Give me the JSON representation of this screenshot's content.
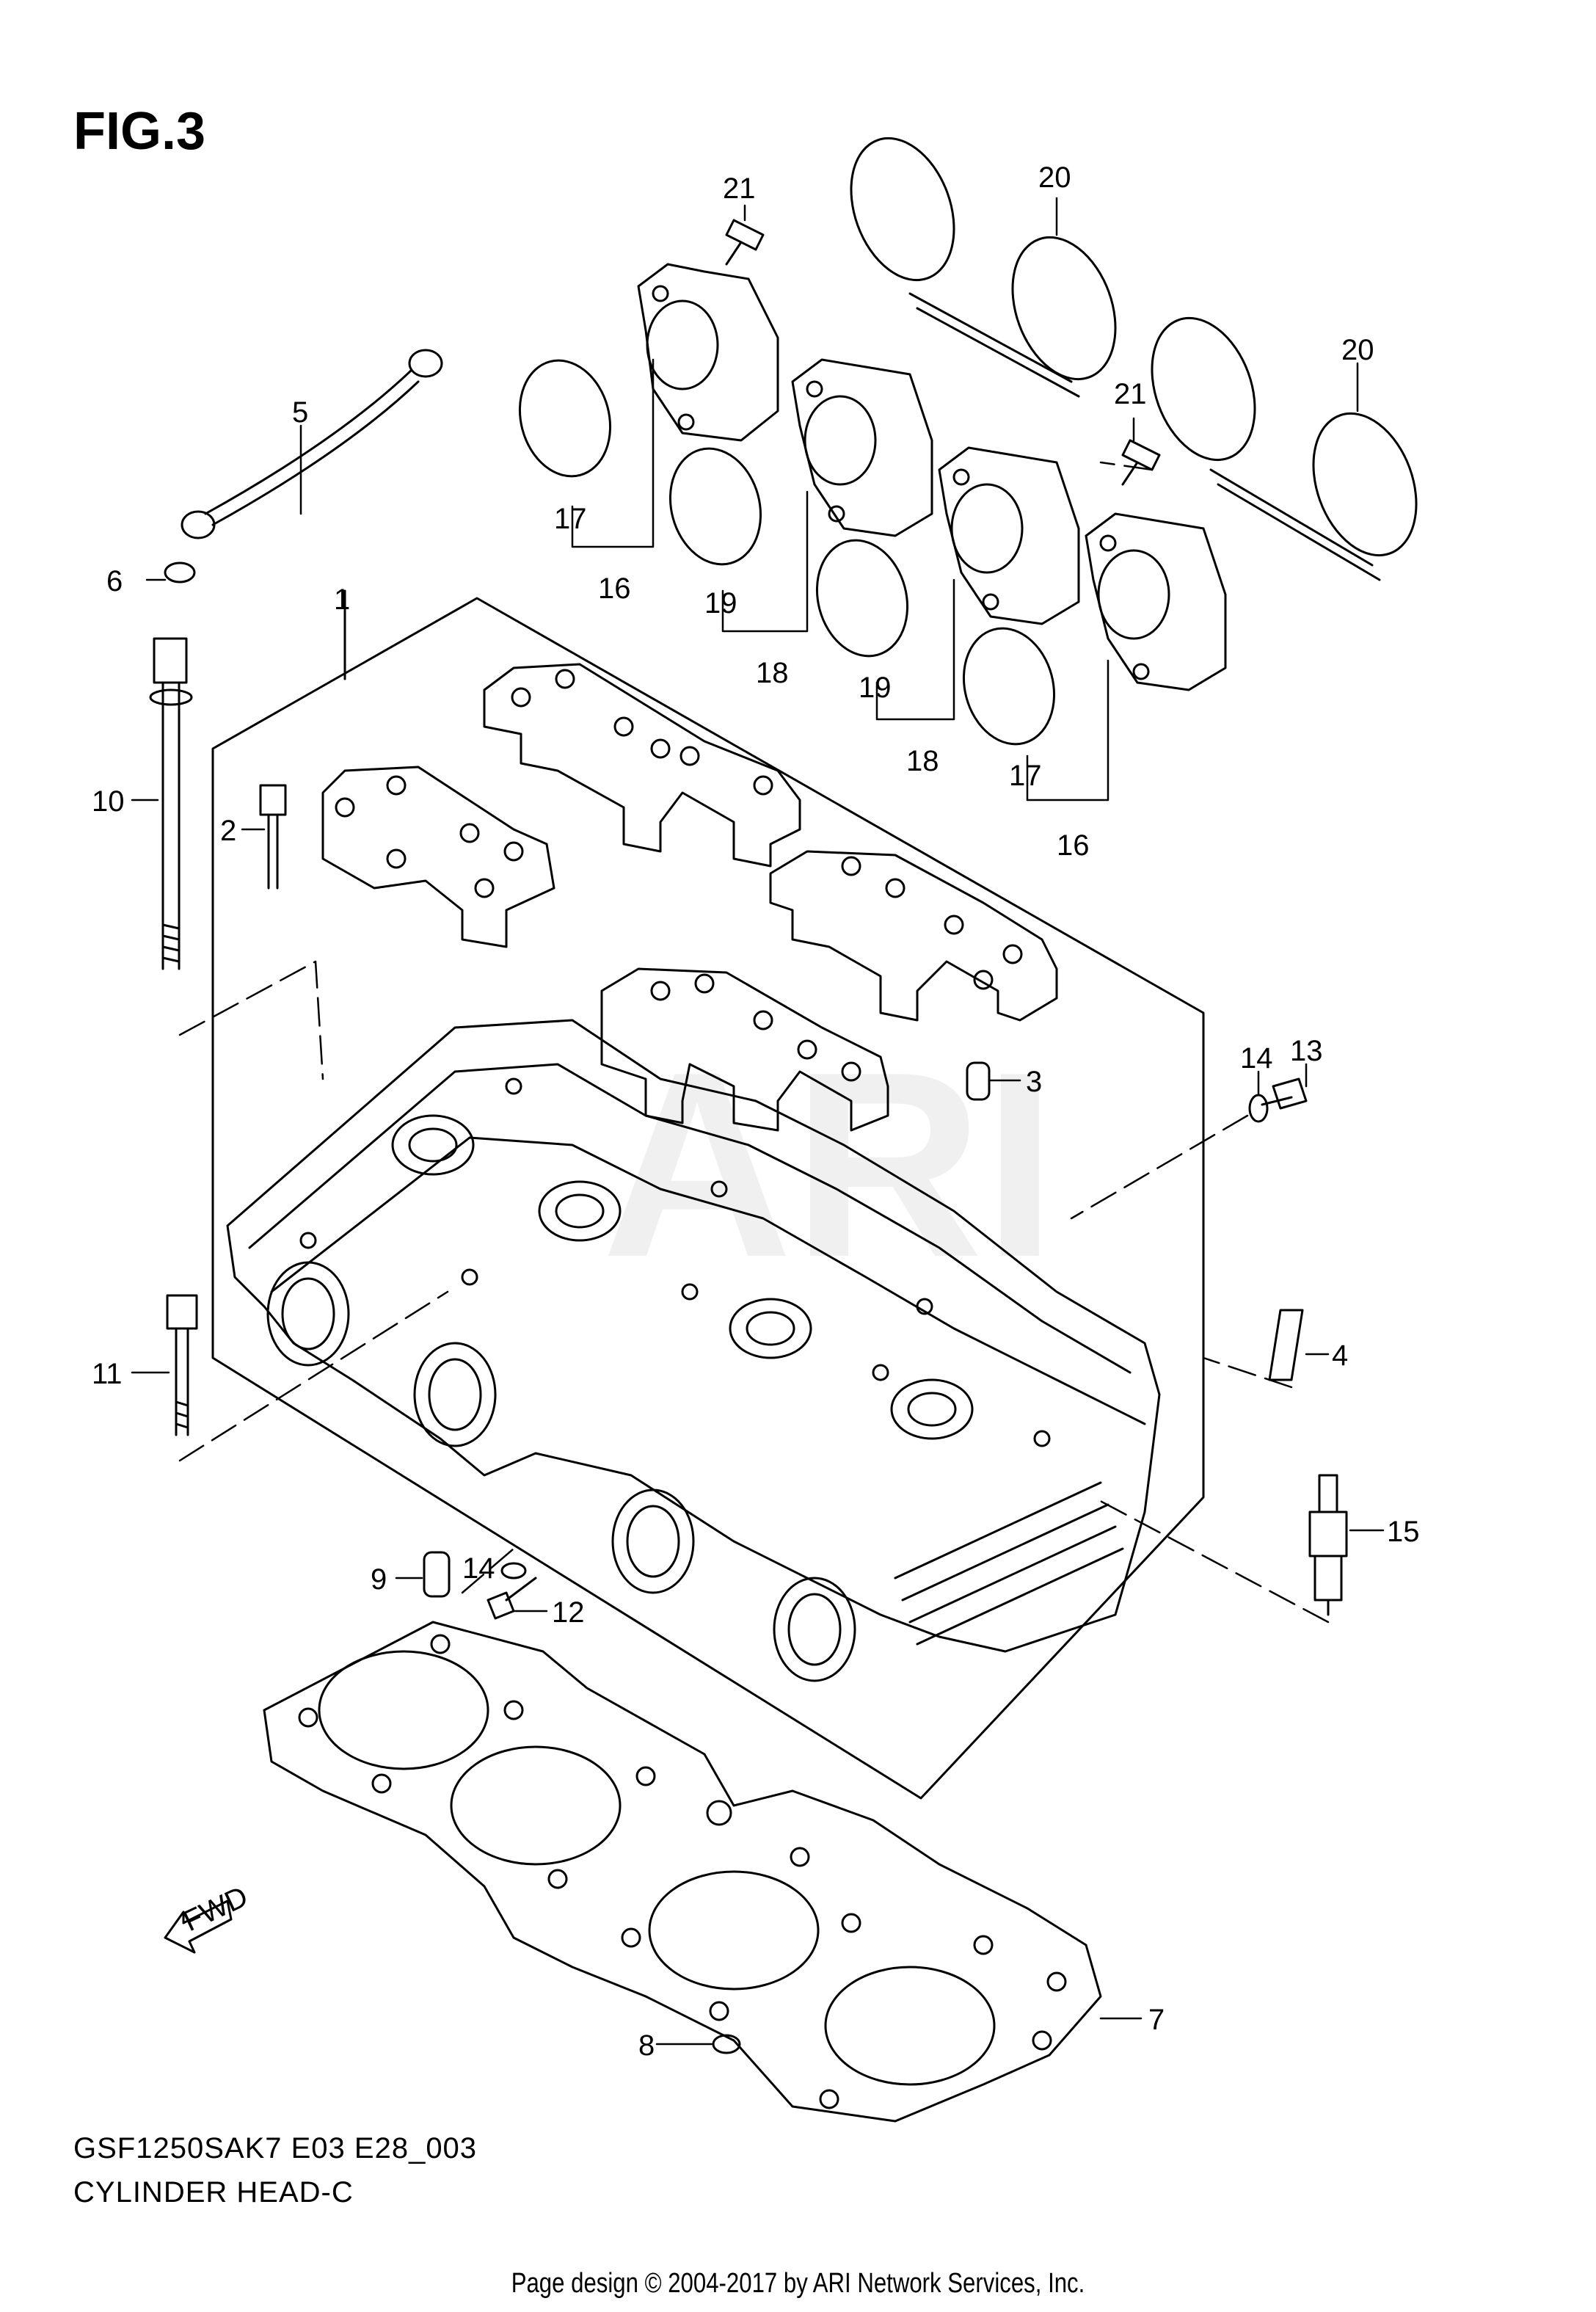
{
  "figure": {
    "title": "FIG.3",
    "model_code": "GSF1250SAK7 E03 E28_003",
    "section_name": "CYLINDER HEAD-C",
    "watermark": "ARI",
    "fwd_label": "FWD"
  },
  "callouts": [
    "1",
    "2",
    "3",
    "4",
    "5",
    "6",
    "7",
    "8",
    "9",
    "10",
    "11",
    "12",
    "13",
    "14",
    "15",
    "16",
    "17",
    "18",
    "19",
    "20",
    "21"
  ],
  "footer": "Page design © 2004-2017 by ARI Network Services, Inc."
}
